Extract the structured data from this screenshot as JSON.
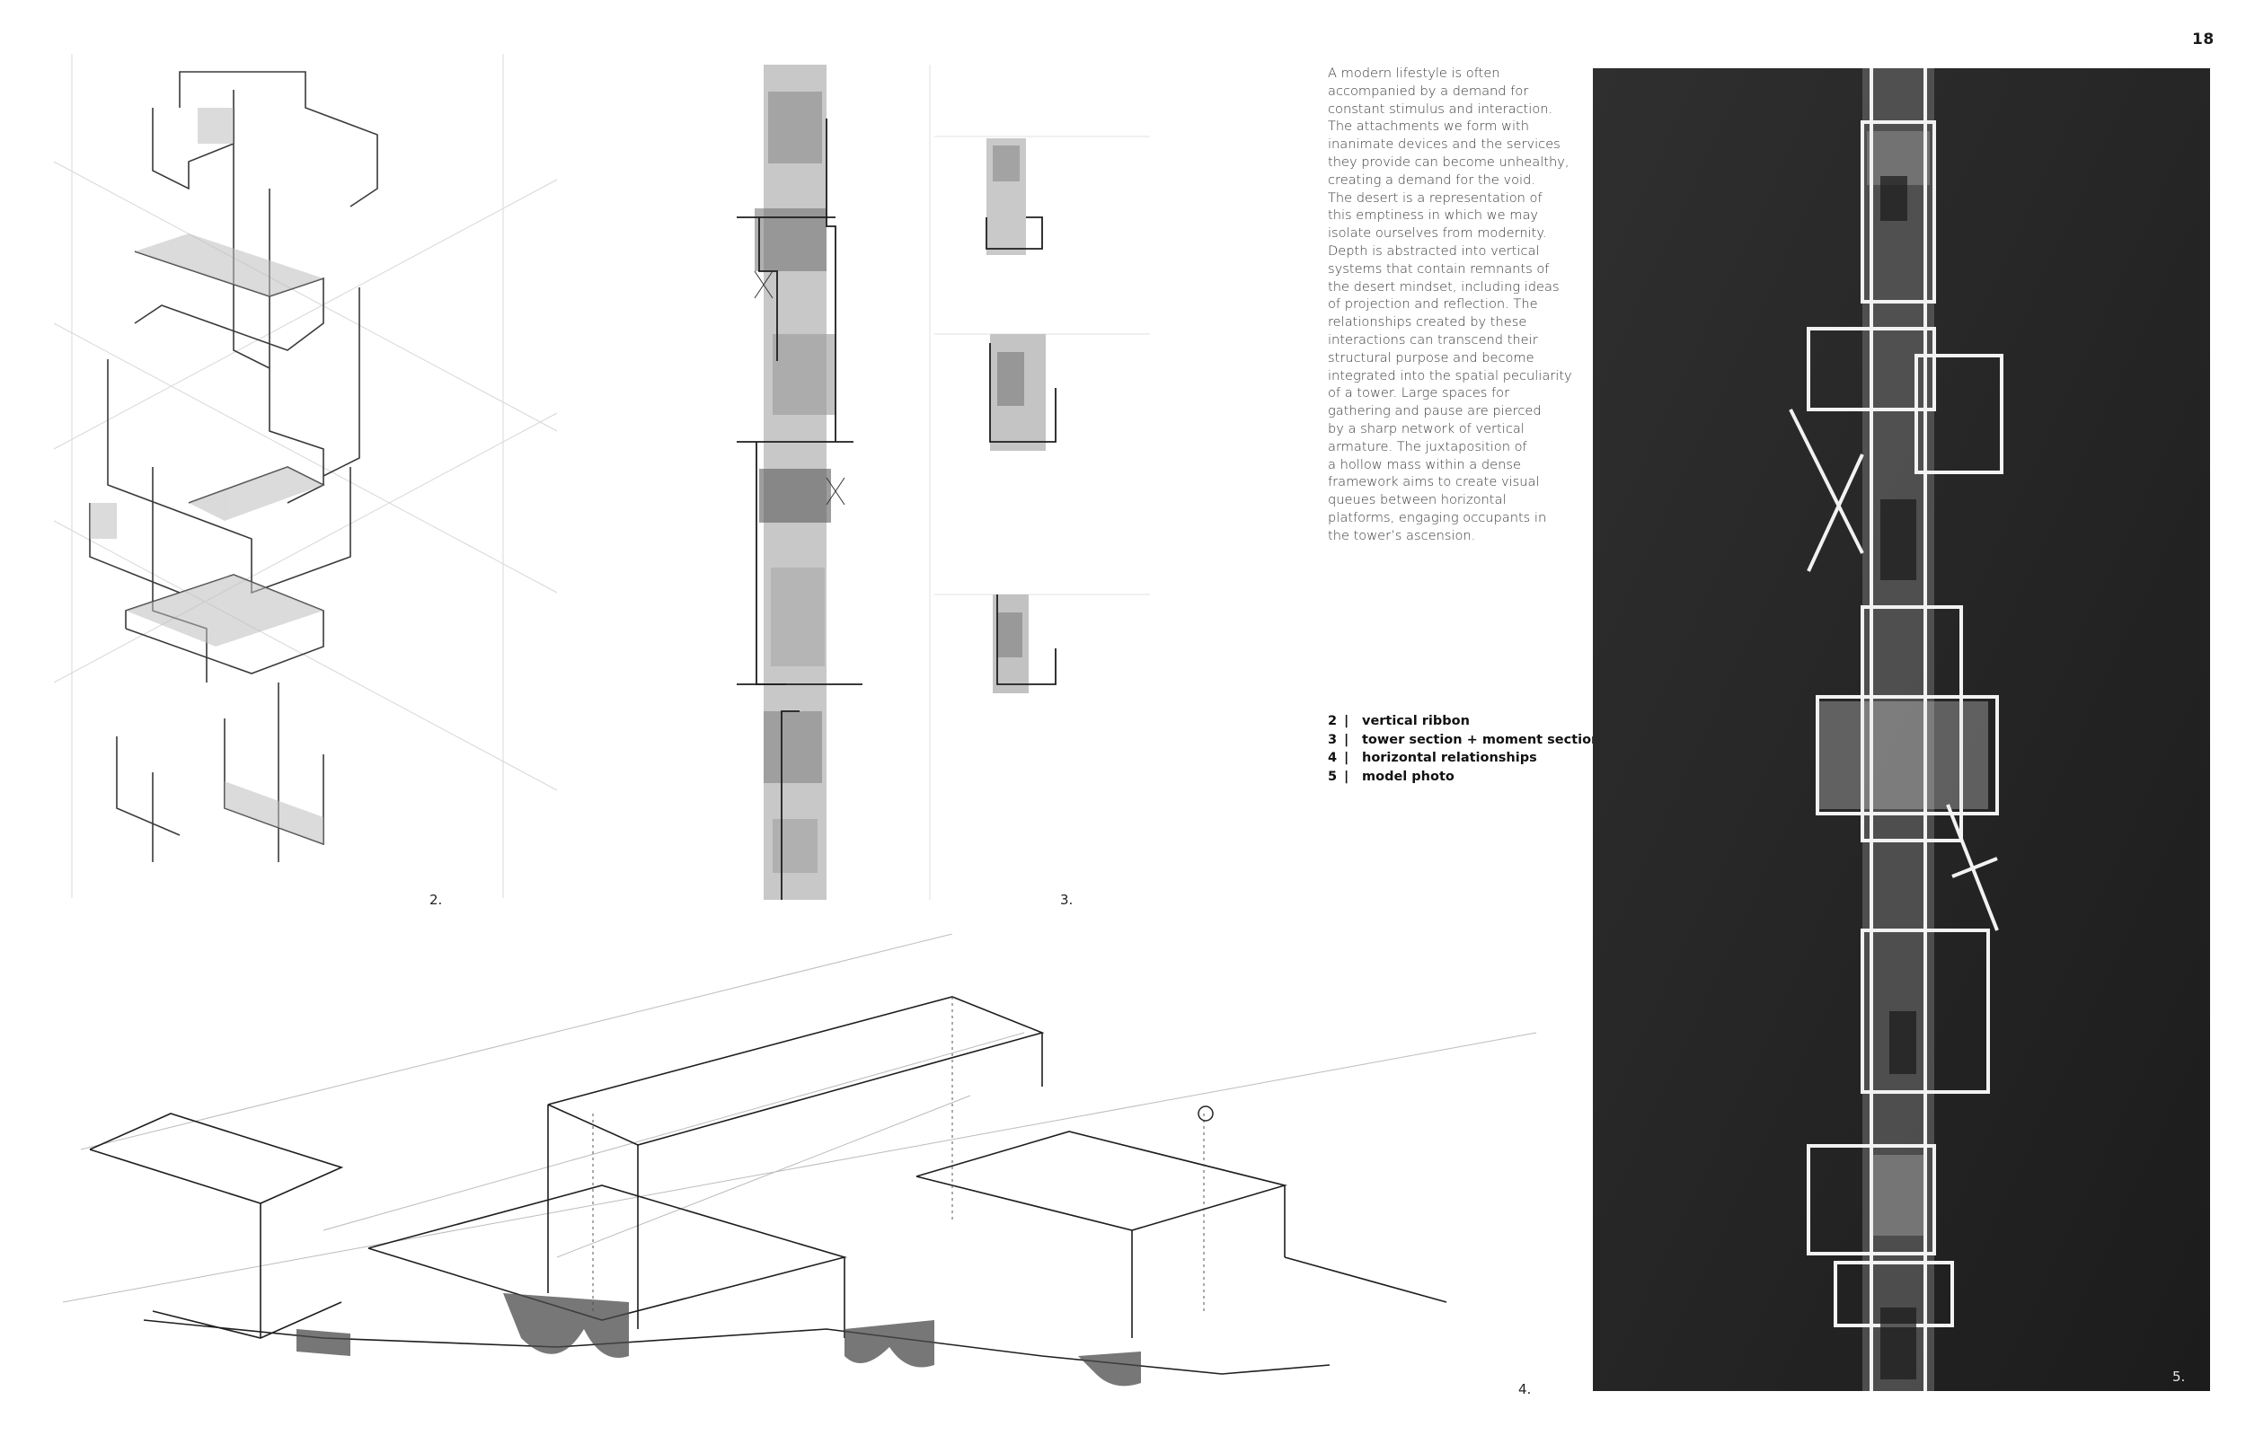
{
  "page": {
    "number": "18"
  },
  "essay": {
    "text": "A modern lifestyle is often\naccompanied by a demand for\nconstant stimulus and interaction.\nThe attachments we form with\ninanimate devices and the services\nthey provide can become unhealthy,\ncreating  a demand for the void.\nThe desert is a representation of\nthis emptiness in which we may\nisolate ourselves from modernity.\nDepth is abstracted into  vertical\nsystems that contain remnants of\nthe desert mindset, including ideas\nof projection and reflection. The\nrelationships created by these\ninteractions can transcend their\nstructural purpose and become\nintegrated into the spatial peculiarity\nof a tower. Large spaces for\ngathering and pause are pierced\nby a sharp network of vertical\narmature. The juxtaposition of\na hollow mass within a dense\nframework aims to create visual\nqueues between horizontal\nplatforms, engaging occupants in\nthe tower’s ascension."
  },
  "legend": [
    {
      "num": "2",
      "sep": "|",
      "label": "vertical ribbon"
    },
    {
      "num": "3",
      "sep": "|",
      "label": "tower section + moment sections"
    },
    {
      "num": "4",
      "sep": "|",
      "label": "horizontal relationships"
    },
    {
      "num": "5",
      "sep": "|",
      "label": "model photo"
    }
  ],
  "figures": {
    "fig2": {
      "caption": "2."
    },
    "fig3": {
      "caption": "3."
    },
    "fig4": {
      "caption": "4."
    },
    "fig5": {
      "caption": "5."
    }
  }
}
